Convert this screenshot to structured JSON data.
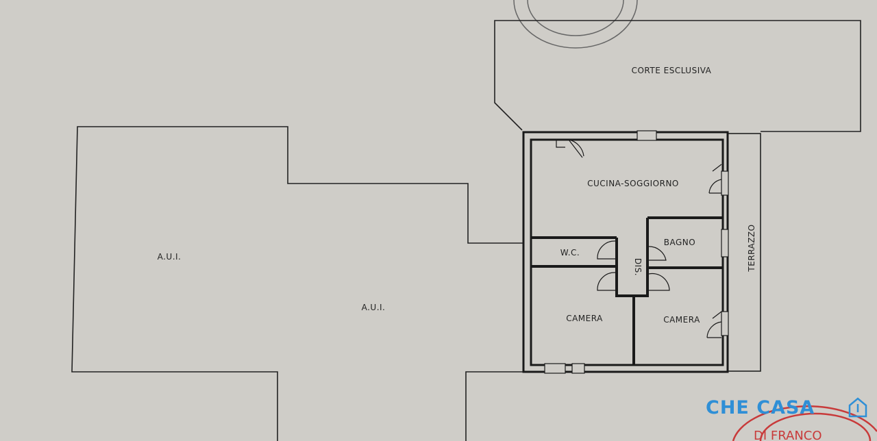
{
  "plan": {
    "rooms": {
      "corte": "CORTE ESCLUSIVA",
      "cucina": "CUCINA-SOGGIORNO",
      "wc": "W.C.",
      "dis": "DIS.",
      "bagno": "BAGNO",
      "camera1": "CAMERA",
      "camera2": "CAMERA",
      "terrazzo": "TERRAZZO",
      "aui1": "A.U.I.",
      "aui2": "A.U.I."
    }
  },
  "branding": {
    "logo": "CHE CASA",
    "stamp": "DI FRANCO"
  },
  "colors": {
    "logo": "#2f8fd6",
    "stamp": "#c83a3a",
    "ink": "#222222"
  }
}
